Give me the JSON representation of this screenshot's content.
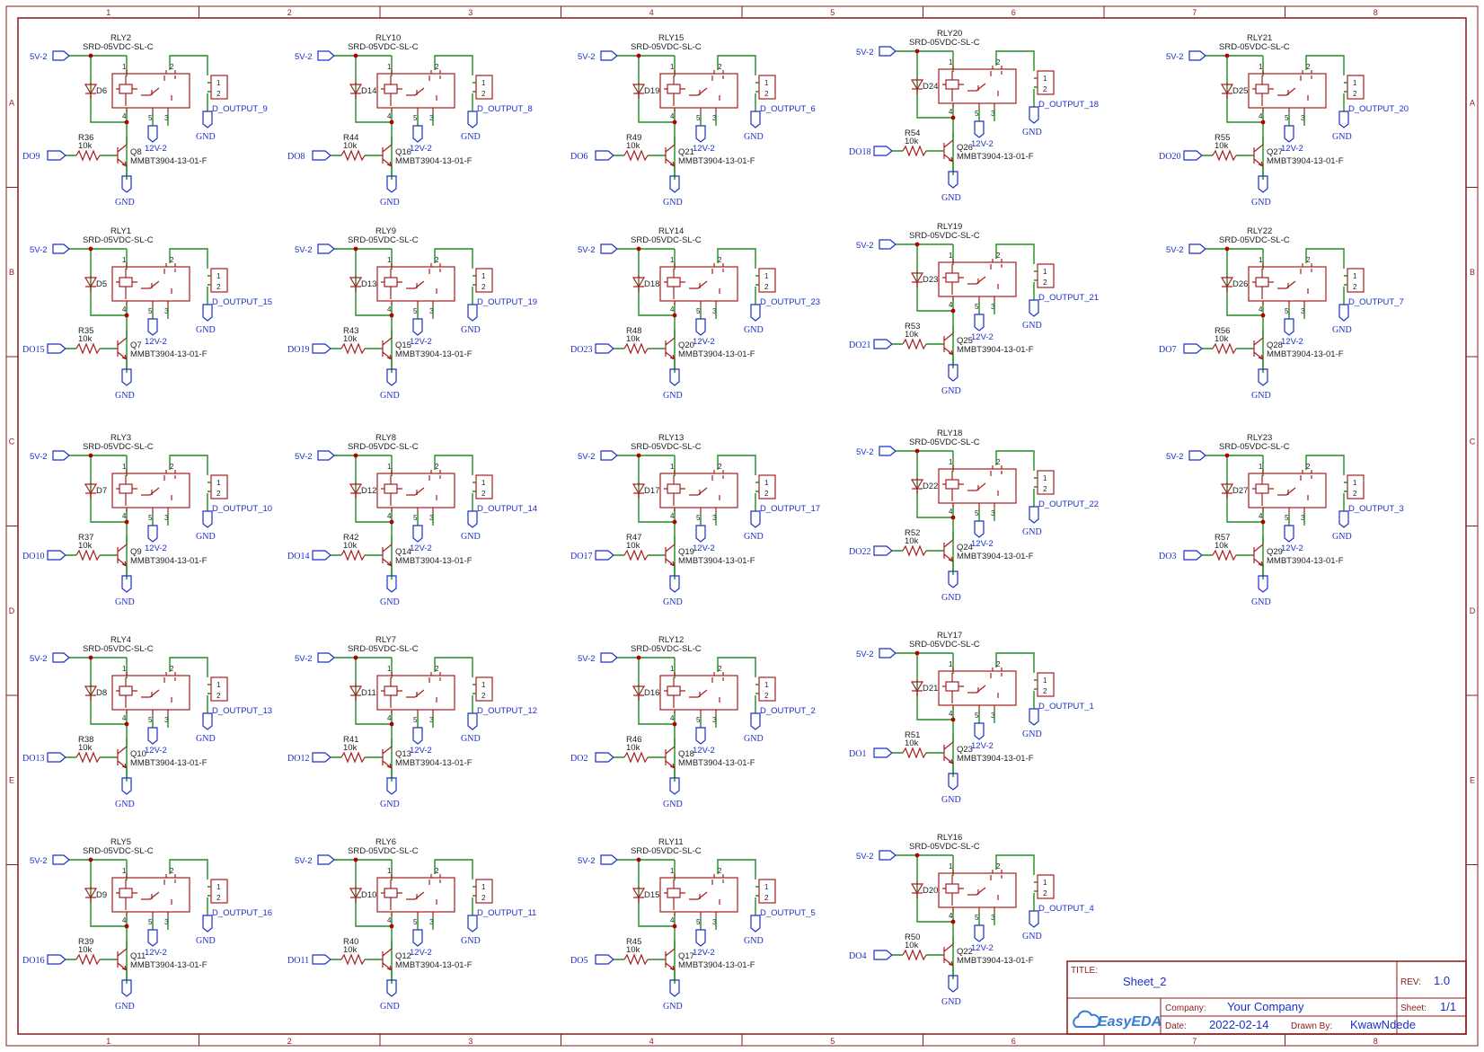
{
  "grid": {
    "columns": [
      "1",
      "2",
      "3",
      "4",
      "5",
      "6",
      "7",
      "8"
    ],
    "rows": [
      "A",
      "B",
      "C",
      "D",
      "E"
    ]
  },
  "relay_part": "SRD-05VDC-SL-C",
  "transistor_part": "MMBT3904-13-01-F",
  "resistor_value": "10k",
  "nets": {
    "vcc5": "5V-2",
    "vcc12": "12V-2",
    "gnd": "GND"
  },
  "pin_labels": {
    "p1": "1",
    "p2": "2",
    "p3": "3",
    "p4": "4",
    "p5": "5"
  },
  "cells": [
    {
      "relay": "RLY2",
      "diode": "D6",
      "resistor": "R36",
      "transistor": "Q8",
      "input": "DO9",
      "output": "D_OUTPUT_9"
    },
    {
      "relay": "RLY10",
      "diode": "D14",
      "resistor": "R44",
      "transistor": "Q16",
      "input": "DO8",
      "output": "D_OUTPUT_8"
    },
    {
      "relay": "RLY15",
      "diode": "D19",
      "resistor": "R49",
      "transistor": "Q21",
      "input": "DO6",
      "output": "D_OUTPUT_6"
    },
    {
      "relay": "RLY20",
      "diode": "D24",
      "resistor": "R54",
      "transistor": "Q26",
      "input": "DO18",
      "output": "D_OUTPUT_18"
    },
    {
      "relay": "RLY21",
      "diode": "D25",
      "resistor": "R55",
      "transistor": "Q27",
      "input": "DO20",
      "output": "D_OUTPUT_20"
    },
    {
      "relay": "RLY1",
      "diode": "D5",
      "resistor": "R35",
      "transistor": "Q7",
      "input": "DO15",
      "output": "D_OUTPUT_15"
    },
    {
      "relay": "RLY9",
      "diode": "D13",
      "resistor": "R43",
      "transistor": "Q15",
      "input": "DO19",
      "output": "D_OUTPUT_19"
    },
    {
      "relay": "RLY14",
      "diode": "D18",
      "resistor": "R48",
      "transistor": "Q20",
      "input": "DO23",
      "output": "D_OUTPUT_23"
    },
    {
      "relay": "RLY19",
      "diode": "D23",
      "resistor": "R53",
      "transistor": "Q25",
      "input": "DO21",
      "output": "D_OUTPUT_21"
    },
    {
      "relay": "RLY22",
      "diode": "D26",
      "resistor": "R56",
      "transistor": "Q28",
      "input": "DO7",
      "output": "D_OUTPUT_7"
    },
    {
      "relay": "RLY3",
      "diode": "D7",
      "resistor": "R37",
      "transistor": "Q9",
      "input": "DO10",
      "output": "D_OUTPUT_10"
    },
    {
      "relay": "RLY8",
      "diode": "D12",
      "resistor": "R42",
      "transistor": "Q14",
      "input": "DO14",
      "output": "D_OUTPUT_14"
    },
    {
      "relay": "RLY13",
      "diode": "D17",
      "resistor": "R47",
      "transistor": "Q19",
      "input": "DO17",
      "output": "D_OUTPUT_17"
    },
    {
      "relay": "RLY18",
      "diode": "D22",
      "resistor": "R52",
      "transistor": "Q24",
      "input": "DO22",
      "output": "D_OUTPUT_22"
    },
    {
      "relay": "RLY23",
      "diode": "D27",
      "resistor": "R57",
      "transistor": "Q29",
      "input": "DO3",
      "output": "D_OUTPUT_3"
    },
    {
      "relay": "RLY4",
      "diode": "D8",
      "resistor": "R38",
      "transistor": "Q10",
      "input": "DO13",
      "output": "D_OUTPUT_13"
    },
    {
      "relay": "RLY7",
      "diode": "D11",
      "resistor": "R41",
      "transistor": "Q13",
      "input": "DO12",
      "output": "D_OUTPUT_12"
    },
    {
      "relay": "RLY12",
      "diode": "D16",
      "resistor": "R46",
      "transistor": "Q18",
      "input": "DO2",
      "output": "D_OUTPUT_2"
    },
    {
      "relay": "RLY17",
      "diode": "D21",
      "resistor": "R51",
      "transistor": "Q23",
      "input": "DO1",
      "output": "D_OUTPUT_1"
    },
    {
      "relay": "RLY5",
      "diode": "D9",
      "resistor": "R39",
      "transistor": "Q11",
      "input": "DO16",
      "output": "D_OUTPUT_16"
    },
    {
      "relay": "RLY6",
      "diode": "D10",
      "resistor": "R40",
      "transistor": "Q12",
      "input": "DO11",
      "output": "D_OUTPUT_11"
    },
    {
      "relay": "RLY11",
      "diode": "D15",
      "resistor": "R45",
      "transistor": "Q17",
      "input": "DO5",
      "output": "D_OUTPUT_5"
    },
    {
      "relay": "RLY16",
      "diode": "D20",
      "resistor": "R50",
      "transistor": "Q22",
      "input": "DO4",
      "output": "D_OUTPUT_4"
    }
  ],
  "title_block": {
    "title_label": "TITLE:",
    "title": "Sheet_2",
    "rev_label": "REV:",
    "rev": "1.0",
    "company_label": "Company:",
    "company": "Your Company",
    "sheet_label": "Sheet:",
    "sheet": "1/1",
    "date_label": "Date:",
    "date": "2022-02-14",
    "drawn_label": "Drawn By:",
    "drawn_by": "KwawNdede",
    "logo_text": "EasyEDA"
  }
}
